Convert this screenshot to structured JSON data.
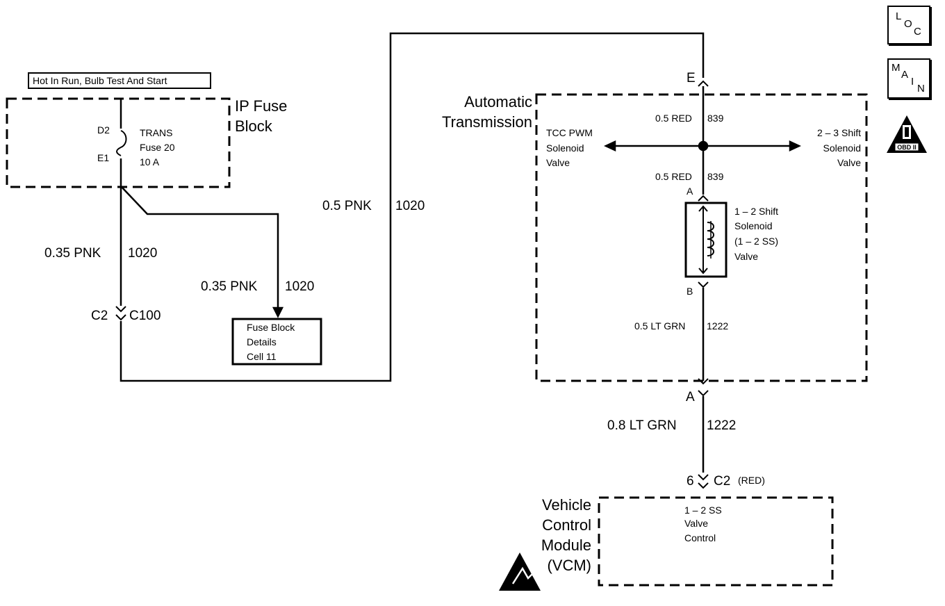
{
  "power_label": "Hot In Run, Bulb Test And Start",
  "ip_fuse_block": {
    "line1": "IP Fuse",
    "line2": "Block"
  },
  "fuse": {
    "pin_top": "D2",
    "pin_bottom": "E1",
    "name": "TRANS",
    "number": "Fuse 20",
    "rating": "10 A"
  },
  "wires": {
    "left_main": "0.35 PNK",
    "left_main_circuit": "1020",
    "branch": "0.35 PNK",
    "branch_circuit": "1020",
    "top_run": "0.5 PNK",
    "top_run_circuit": "1020",
    "red_upper": "0.5 RED",
    "red_upper_circuit": "839",
    "red_lower": "0.5 RED",
    "red_lower_circuit": "839",
    "grn_inner": "0.5 LT GRN",
    "grn_inner_circuit": "1222",
    "grn_outer": "0.8 LT GRN",
    "grn_outer_circuit": "1222"
  },
  "connector_c2_c100": {
    "left": "C2",
    "right": "C100"
  },
  "fuse_block_details": {
    "line1": "Fuse Block",
    "line2": "Details",
    "line3": "Cell 11"
  },
  "automatic_transmission": {
    "line1": "Automatic",
    "line2": "Transmission"
  },
  "pins": {
    "e": "E",
    "a_top": "A",
    "b": "B",
    "a_bottom": "A",
    "six": "6"
  },
  "tcc_pwm": {
    "line1": "TCC PWM",
    "line2": "Solenoid",
    "line3": "Valve"
  },
  "shift_2_3": {
    "line1": "2 – 3 Shift",
    "line2": "Solenoid",
    "line3": "Valve"
  },
  "shift_1_2": {
    "line1": "1 – 2 Shift",
    "line2": "Solenoid",
    "line3": "(1 – 2 SS)",
    "line4": "Valve"
  },
  "connector_c2_red": {
    "name": "C2",
    "color": "(RED)"
  },
  "vcm": {
    "line1": "Vehicle",
    "line2": "Control",
    "line3": "Module",
    "line4": "(VCM)"
  },
  "vcm_function": {
    "line1": "1 – 2 SS",
    "line2": "Valve",
    "line3": "Control"
  },
  "nav_icons": {
    "loc": {
      "l": "L",
      "o": "O",
      "c": "C"
    },
    "main": {
      "m": "M",
      "a": "A",
      "i": "I",
      "n": "N"
    },
    "obd": {
      "label": "OBD II"
    }
  }
}
